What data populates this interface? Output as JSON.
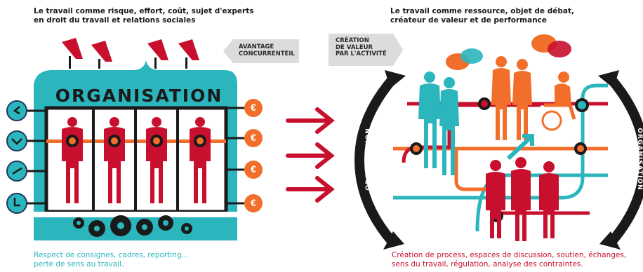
{
  "left": {
    "heading": "Le travail comme risque, effort, coût, sujet d'experts\nen droit du travail et relations sociales",
    "org_title": "ORGANISATION",
    "caption": "Respect de consignes, cadres, reporting...\nperte de sens au travail.",
    "caption_color": "#2bb5bd",
    "euro_symbol": "€"
  },
  "right": {
    "heading": "Le travail comme ressource, objet de débat,\ncréateur de valeur et de performance",
    "caption": "Création de process, espaces de discussion, soutien, échanges,\nsens du travail, régulation, analyse des contraintes.",
    "caption_color": "#c8102e",
    "arc_label_left": "ORGANISATION",
    "arc_label_right": "ORGANISATION"
  },
  "tags": {
    "avantage": "AVANTAGE\nCONCURRENTEIL",
    "creation": "CRÉATION\nDE VALEUR\nPAR L'ACTIVITÉ"
  },
  "colors": {
    "teal": "#2bb5bd",
    "crimson": "#c8102e",
    "orange": "#f26f2b",
    "navy": "#1f3a5f",
    "dark": "#1a1a1a",
    "tag_gray": "#dcdcdc"
  },
  "icons": [
    "clock-icon",
    "euro-icon",
    "gear-icon",
    "megaphone-icon",
    "speech-bubble-icon",
    "wheelchair-icon",
    "arrow-right-icon"
  ]
}
